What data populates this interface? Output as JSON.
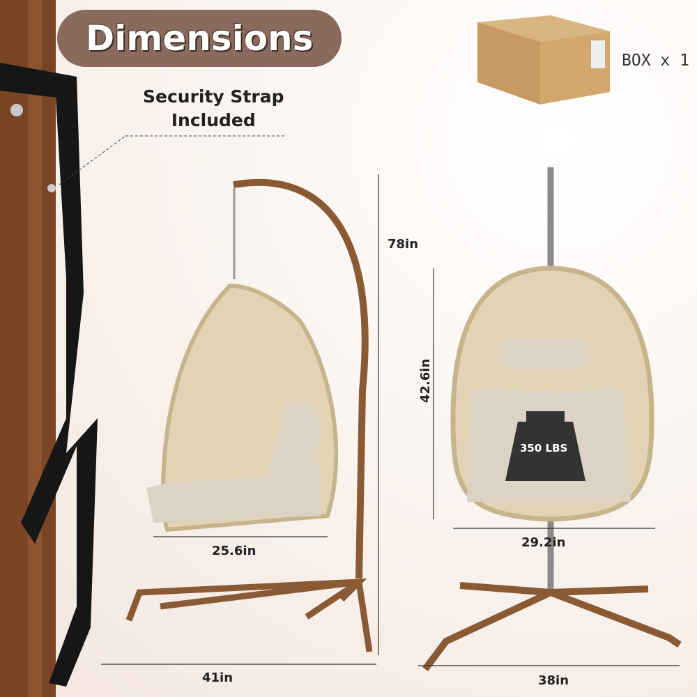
{
  "header": {
    "title": "Dimensions"
  },
  "callout": {
    "line1": "Security Strap",
    "line2": "Included"
  },
  "package": {
    "label": "BOX x 1"
  },
  "dimensions": {
    "height_total": "78in",
    "seat_height": "42.6in",
    "side_depth": "25.6in",
    "front_width": "29.2in",
    "base_side": "41in",
    "base_front": "38in"
  },
  "capacity": {
    "label": "350 LBS"
  },
  "colors": {
    "frame": "#8a5a34",
    "wicker": "#e2d3b4",
    "cushion": "#ddd3c4",
    "pill": "#8a6a5c"
  }
}
